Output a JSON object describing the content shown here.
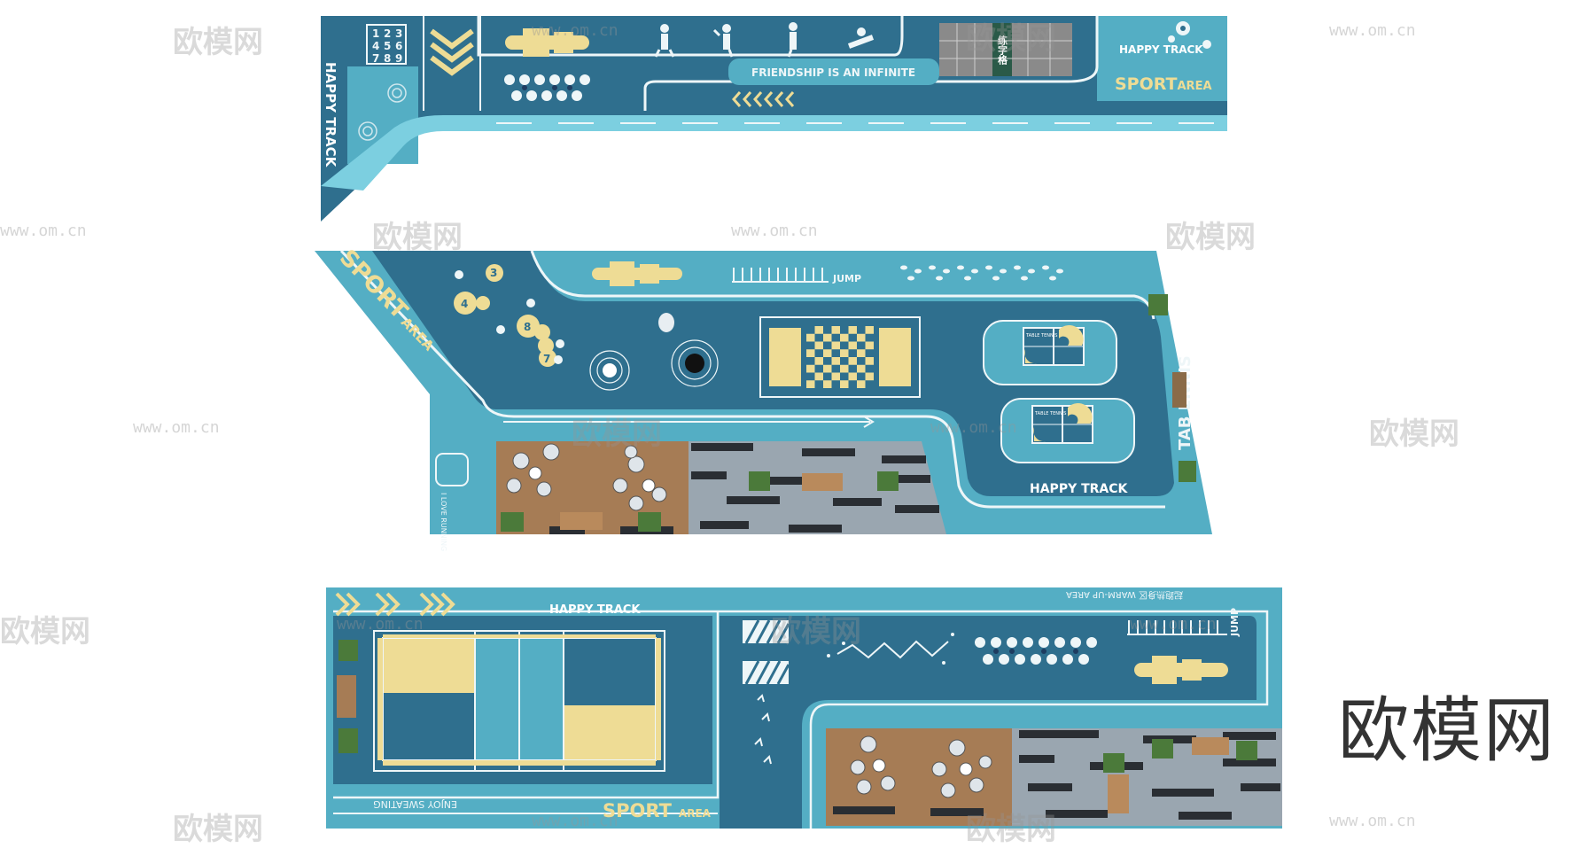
{
  "colors": {
    "dark": "#2f6f8e",
    "light": "#54aec4",
    "yellow": "#eedc95",
    "line": "#eef6f8",
    "wood": "#a67c55",
    "tile": "#9aa6b0",
    "hedge": "#4b7a3a"
  },
  "top": {
    "grid_numbers": [
      "1",
      "2",
      "3",
      "4",
      "5",
      "6",
      "7",
      "8",
      "9"
    ],
    "vertical": "HAPPY TRACK",
    "slogan": "FRIENDSHIP IS AN INFINITE",
    "calligraphy": "练字格",
    "happy_track": "HAPPY TRACK",
    "sport": "SPORT",
    "area": "AREA"
  },
  "middle": {
    "sport": "SPORT",
    "area": "AREA",
    "jump": "JUMP",
    "circle_numbers": [
      "3",
      "4",
      "8",
      "7"
    ],
    "tennis_label": "TABLE TENNIS",
    "happy_track": "HAPPY TRACK",
    "i_love_running": "I LOVE RUNNING",
    "vertical_tennis": "TAB ENNIS"
  },
  "bottom": {
    "happy_track": "HAPPY TRACK",
    "warmup": "起跑热身区 WARM-UP AREA",
    "jump": "JUMP",
    "enjoy": "ENJOY SWEATING",
    "sport": "SPORT",
    "area": "AREA"
  },
  "watermarks": {
    "brand": "欧模网",
    "url": "www.om.cn"
  },
  "logo": "欧模网"
}
